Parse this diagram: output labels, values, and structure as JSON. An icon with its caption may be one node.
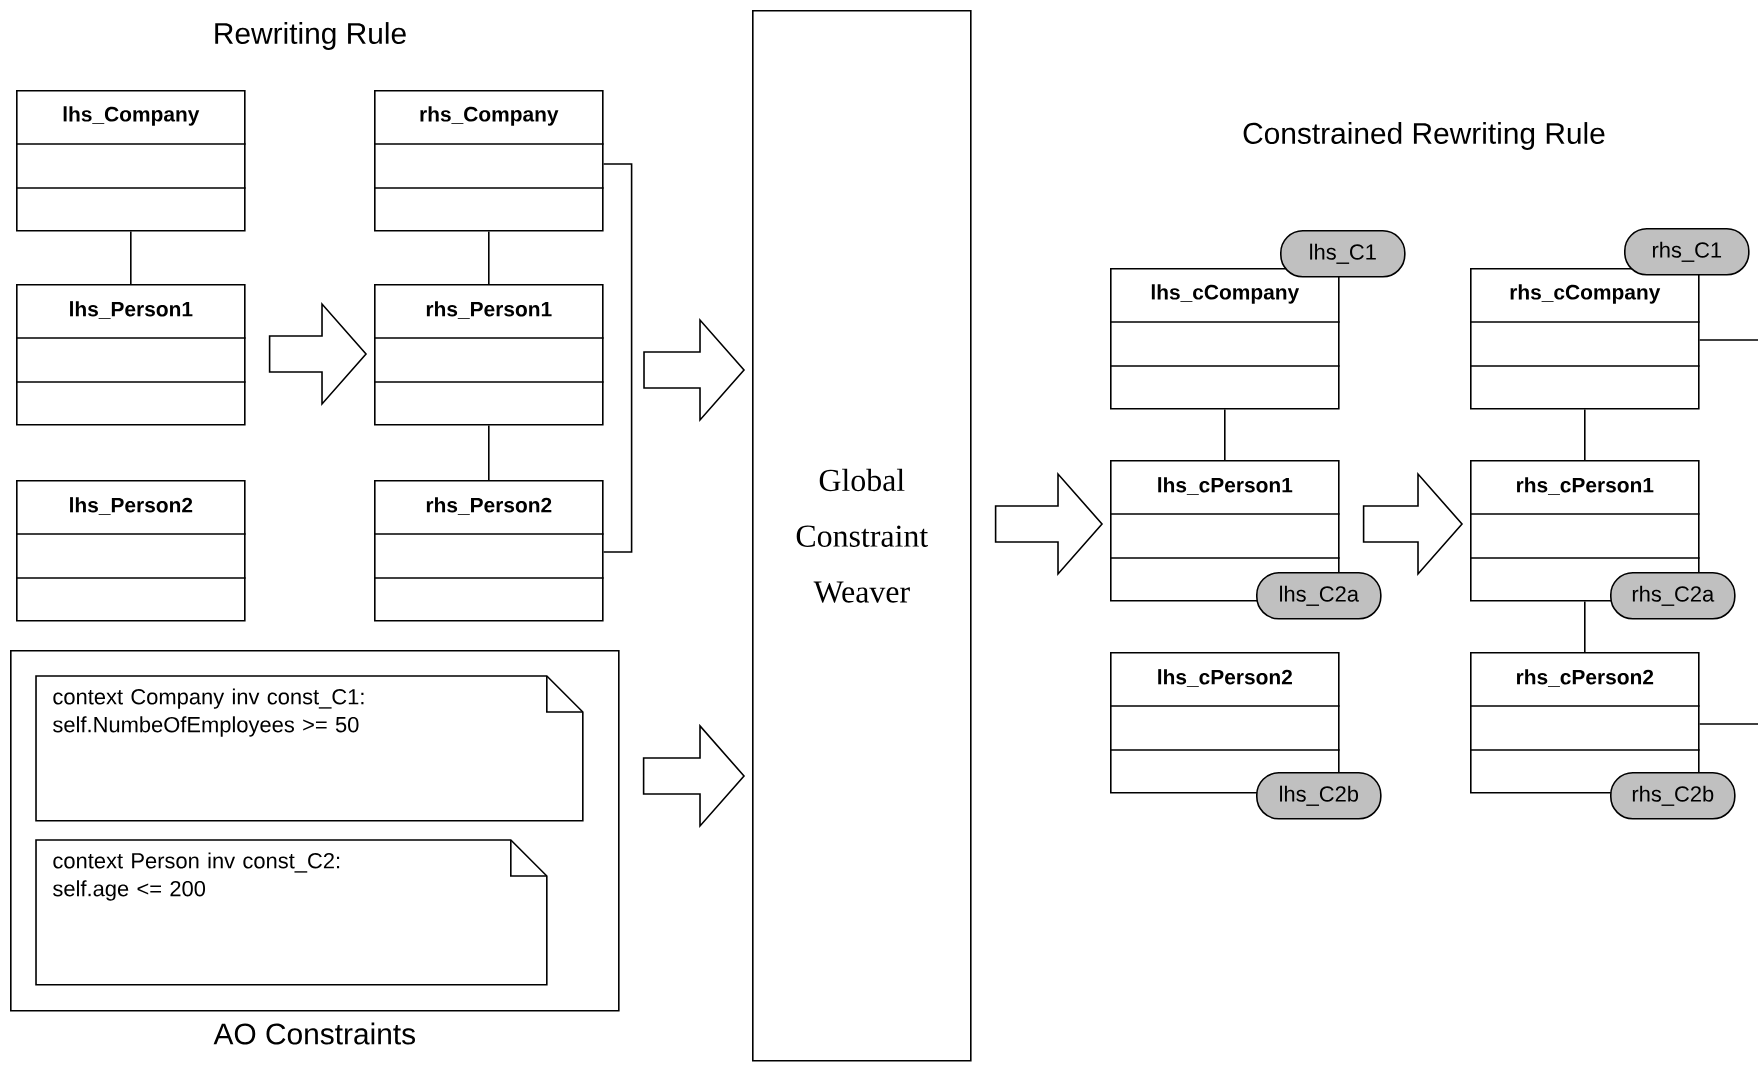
{
  "diagram": {
    "nodes": [
      {
        "text": [
          "lhs_Company"
        ]
      },
      {
        "text": [
          "rhs_Company"
        ]
      },
      {
        "text": [
          "lhs_Person1"
        ]
      },
      {
        "text": [
          "rhs_Person1"
        ]
      },
      {
        "text": [
          "lhs_Person2"
        ]
      },
      {
        "text": [
          "rhs_Person2"
        ]
      },
      {
        "text": [
          "AO Constraints"
        ]
      },
      {
        "text": [
          "context Company inv const_C1: self.NumbeOfEmployees >= 50"
        ],
        "in": 6
      },
      {
        "text": [
          "context Person inv const_C2: self.age <= 200"
        ],
        "in": 6
      },
      {
        "text": [
          "Global Constraint Weaver"
        ]
      },
      {
        "text": [
          "lhs_cCompany"
        ]
      },
      {
        "text": [
          "lhs_cPerson1"
        ]
      },
      {
        "text": [
          "lhs_cPerson2"
        ]
      },
      {
        "text": [
          "rhs_cCompany"
        ]
      },
      {
        "text": [
          "rhs_cPerson1"
        ]
      },
      {
        "text": [
          "rhs_cPerson2"
        ]
      },
      {
        "text": [
          "lhs_C1"
        ]
      },
      {
        "text": [
          "rhs_C1"
        ]
      },
      {
        "text": [
          "lhs_C2a"
        ]
      },
      {
        "text": [
          "rhs_C2a"
        ]
      },
      {
        "text": [
          "lhs_C2b"
        ]
      },
      {
        "text": [
          "rhs_C2b"
        ]
      }
    ],
    "edges": [
      {
        "from": 0,
        "to": 2,
        "arrow": "none"
      },
      {
        "from": 1,
        "to": 3,
        "arrow": "none"
      },
      {
        "from": 3,
        "to": 5,
        "arrow": "none"
      },
      {
        "from": 1,
        "to": 5,
        "arrow": "none"
      },
      {
        "from": 2,
        "to": 3,
        "arrow": "to",
        "style": "thick"
      },
      {
        "from": null,
        "to": 9,
        "arrow": "to",
        "style": "thick"
      },
      {
        "from": 6,
        "to": 9,
        "arrow": "to",
        "style": "thick"
      },
      {
        "from": 9,
        "to": 11,
        "arrow": "to",
        "style": "thick"
      },
      {
        "from": 11,
        "to": 14,
        "arrow": "to",
        "style": "thick"
      },
      {
        "from": 10,
        "to": 11,
        "arrow": "none"
      },
      {
        "from": 13,
        "to": 14,
        "arrow": "none"
      },
      {
        "from": 14,
        "to": 15,
        "arrow": "none"
      },
      {
        "from": 13,
        "to": null,
        "arrow": "none"
      },
      {
        "from": 15,
        "to": null,
        "arrow": "none"
      }
    ],
    "labels": [
      "Rewriting Rule",
      "Constrained Rewriting Rule"
    ]
  }
}
